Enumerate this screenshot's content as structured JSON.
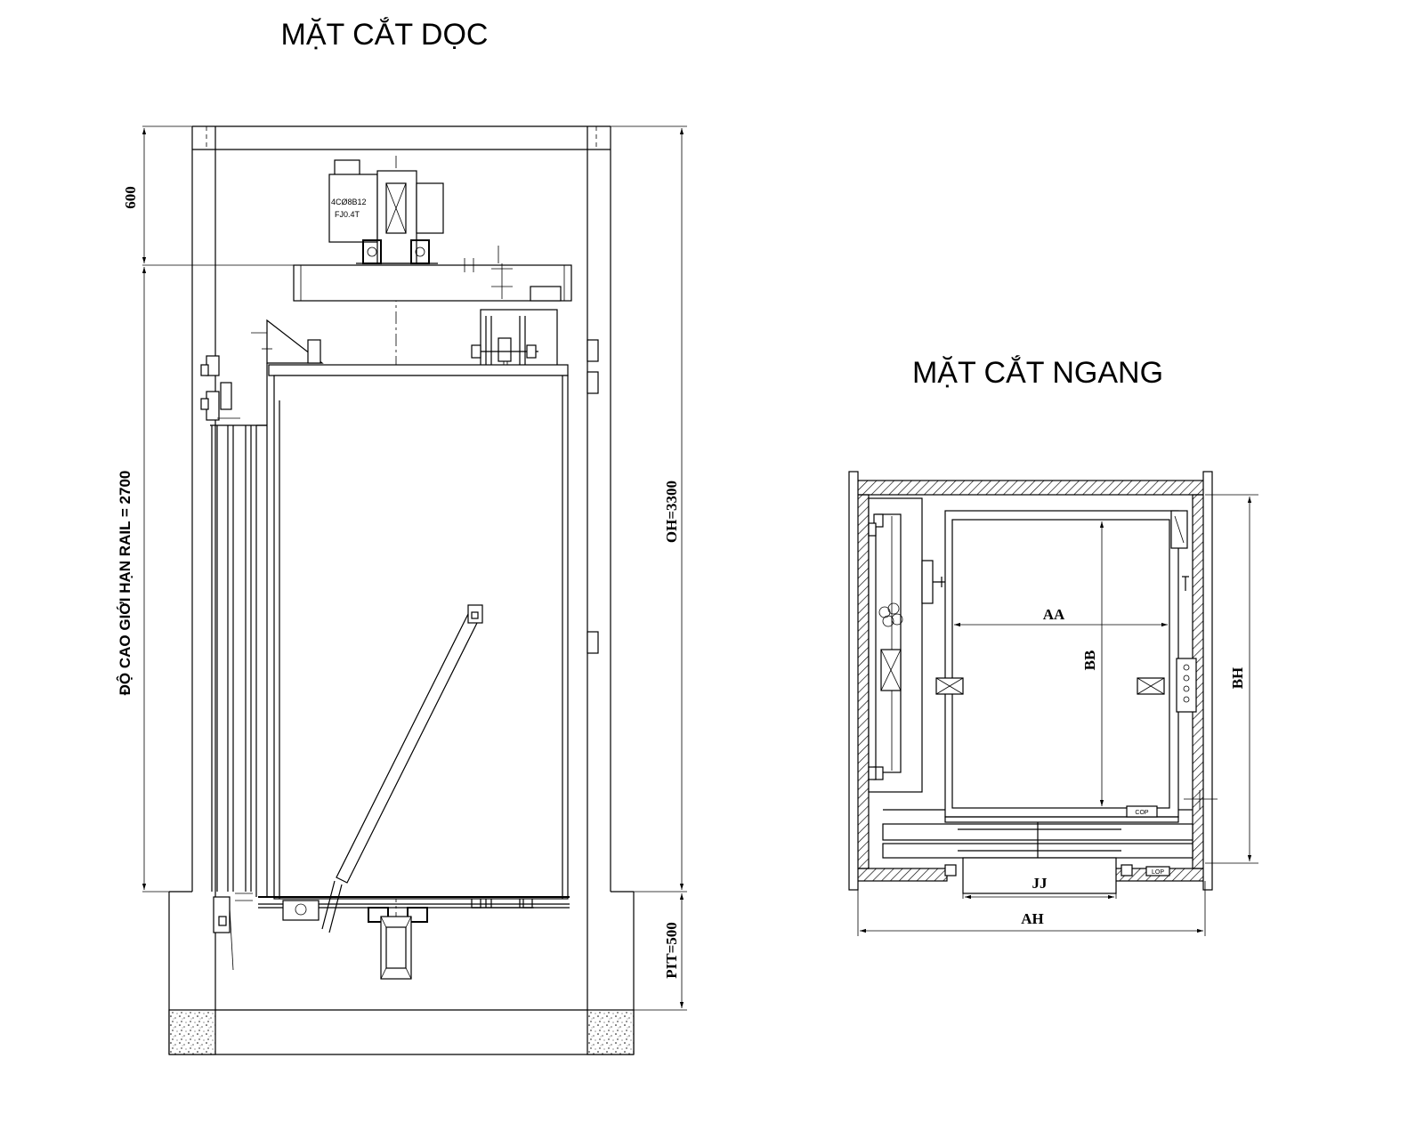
{
  "titles": {
    "longitudinal": "MẶT CẮT DỌC",
    "cross": "MẶT CẮT NGANG"
  },
  "dimensions": {
    "top_clearance": "600",
    "rail_height": "ĐỘ CAO GIỚI HẠN RAIL = 2700",
    "overhead": "OH=3300",
    "pit": "PIT=500",
    "car_width": "AA",
    "car_depth": "BB",
    "shaft_depth": "BH",
    "door_width": "JJ",
    "shaft_width": "AH"
  },
  "labels": {
    "motor_spec_1": "4CØ8B12",
    "motor_spec_2": "FJ0.4T",
    "cop": "COP",
    "lop": "LOP"
  }
}
